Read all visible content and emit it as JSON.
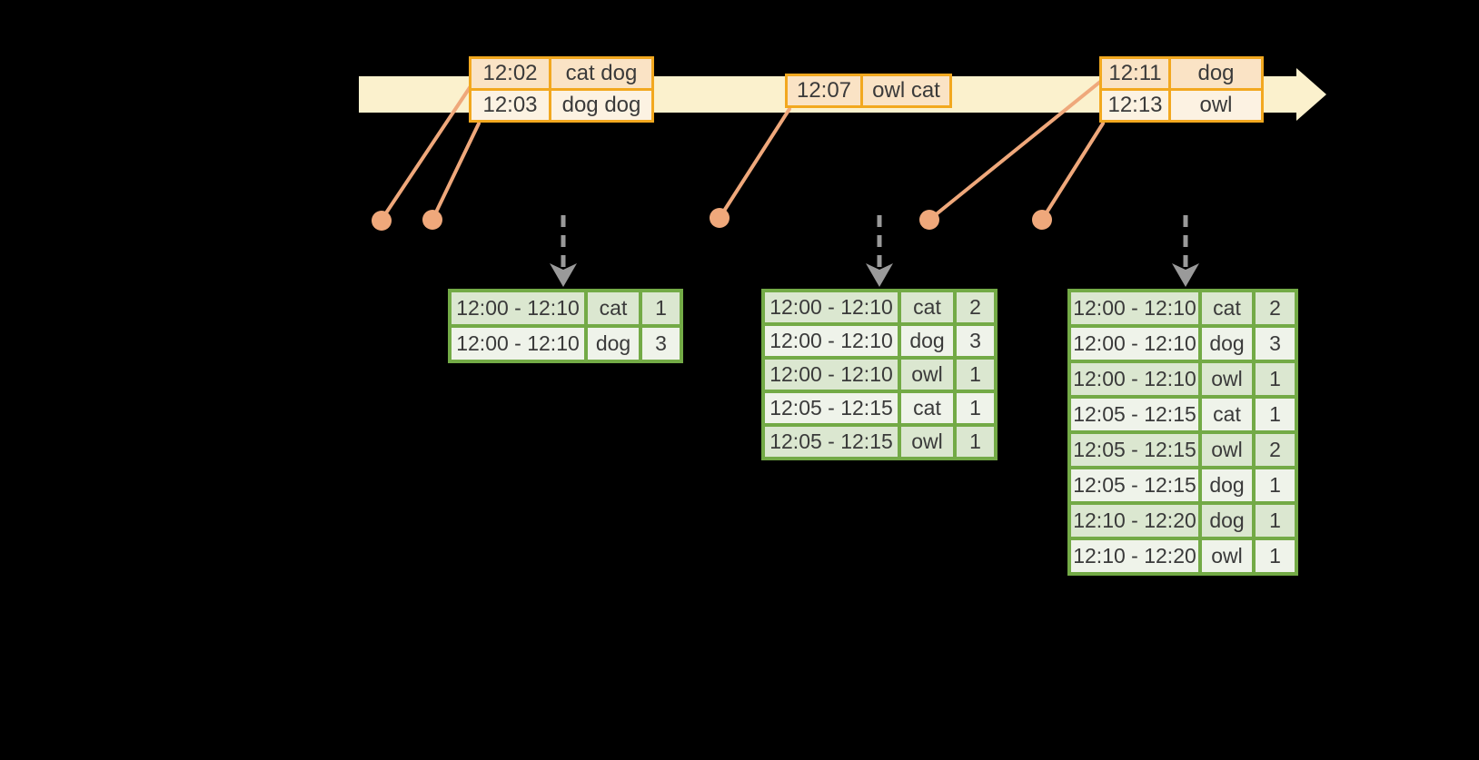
{
  "colors": {
    "background": "#000000",
    "timeline_fill": "#FBF1CD",
    "event_border": "#F2A81F",
    "event_row_dark": "#FAE3C5",
    "event_row_light": "#FCF2E2",
    "connector": "#EFA87B",
    "trigger_arrow": "#9A9A9A",
    "result_border": "#73AA46",
    "result_row_dark": "#DBE7D0",
    "result_row_light": "#EFF3EA",
    "text": "#3A3A3A"
  },
  "event_tables": [
    {
      "name": "events-batch-1",
      "rows": [
        [
          "12:02",
          "cat dog"
        ],
        [
          "12:03",
          "dog dog"
        ]
      ]
    },
    {
      "name": "events-batch-2",
      "rows": [
        [
          "12:07",
          "owl cat"
        ]
      ]
    },
    {
      "name": "events-batch-3",
      "rows": [
        [
          "12:11",
          "dog"
        ],
        [
          "12:13",
          "owl"
        ]
      ]
    }
  ],
  "result_tables": [
    {
      "name": "windowed-counts-1",
      "rows": [
        [
          "12:00 - 12:10",
          "cat",
          "1"
        ],
        [
          "12:00 - 12:10",
          "dog",
          "3"
        ]
      ]
    },
    {
      "name": "windowed-counts-2",
      "rows": [
        [
          "12:00 - 12:10",
          "cat",
          "2"
        ],
        [
          "12:00 - 12:10",
          "dog",
          "3"
        ],
        [
          "12:00 - 12:10",
          "owl",
          "1"
        ],
        [
          "12:05 - 12:15",
          "cat",
          "1"
        ],
        [
          "12:05 - 12:15",
          "owl",
          "1"
        ]
      ]
    },
    {
      "name": "windowed-counts-3",
      "rows": [
        [
          "12:00 - 12:10",
          "cat",
          "2"
        ],
        [
          "12:00 - 12:10",
          "dog",
          "3"
        ],
        [
          "12:00 - 12:10",
          "owl",
          "1"
        ],
        [
          "12:05 - 12:15",
          "cat",
          "1"
        ],
        [
          "12:05 - 12:15",
          "owl",
          "2"
        ],
        [
          "12:05 - 12:15",
          "dog",
          "1"
        ],
        [
          "12:10 - 12:20",
          "dog",
          "1"
        ],
        [
          "12:10 - 12:20",
          "owl",
          "1"
        ]
      ]
    }
  ]
}
